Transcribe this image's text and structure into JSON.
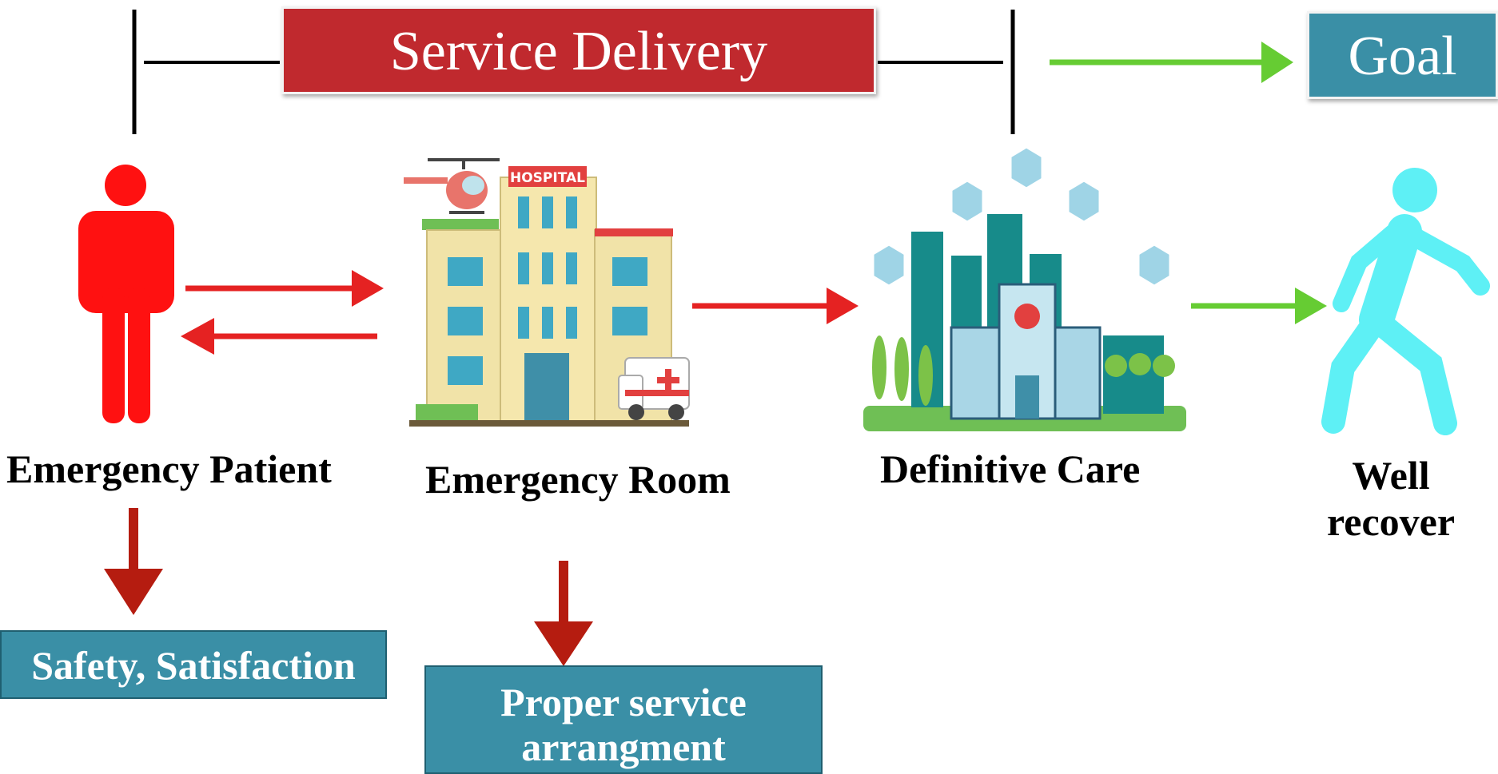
{
  "header": {
    "service_delivery": "Service Delivery",
    "goal": "Goal"
  },
  "stages": {
    "patient": "Emergency Patient",
    "emergency_room": "Emergency Room",
    "definitive_care": "Definitive Care",
    "well_line1": "Well",
    "well_line2": "recover"
  },
  "outcomes": {
    "safety": "Safety, Satisfaction",
    "proper_line1": "Proper service",
    "proper_line2": "arrangment"
  },
  "illustration": {
    "hospital_sign": "HOSPITAL"
  },
  "colors": {
    "red_arrow": "#e52222",
    "dark_red_arrow": "#b51c10",
    "green_arrow": "#66cc33",
    "teal_box": "#3a8fa6",
    "red_box": "#c0292e",
    "person_red": "#ff1111",
    "person_cyan": "#5ef0f5"
  }
}
